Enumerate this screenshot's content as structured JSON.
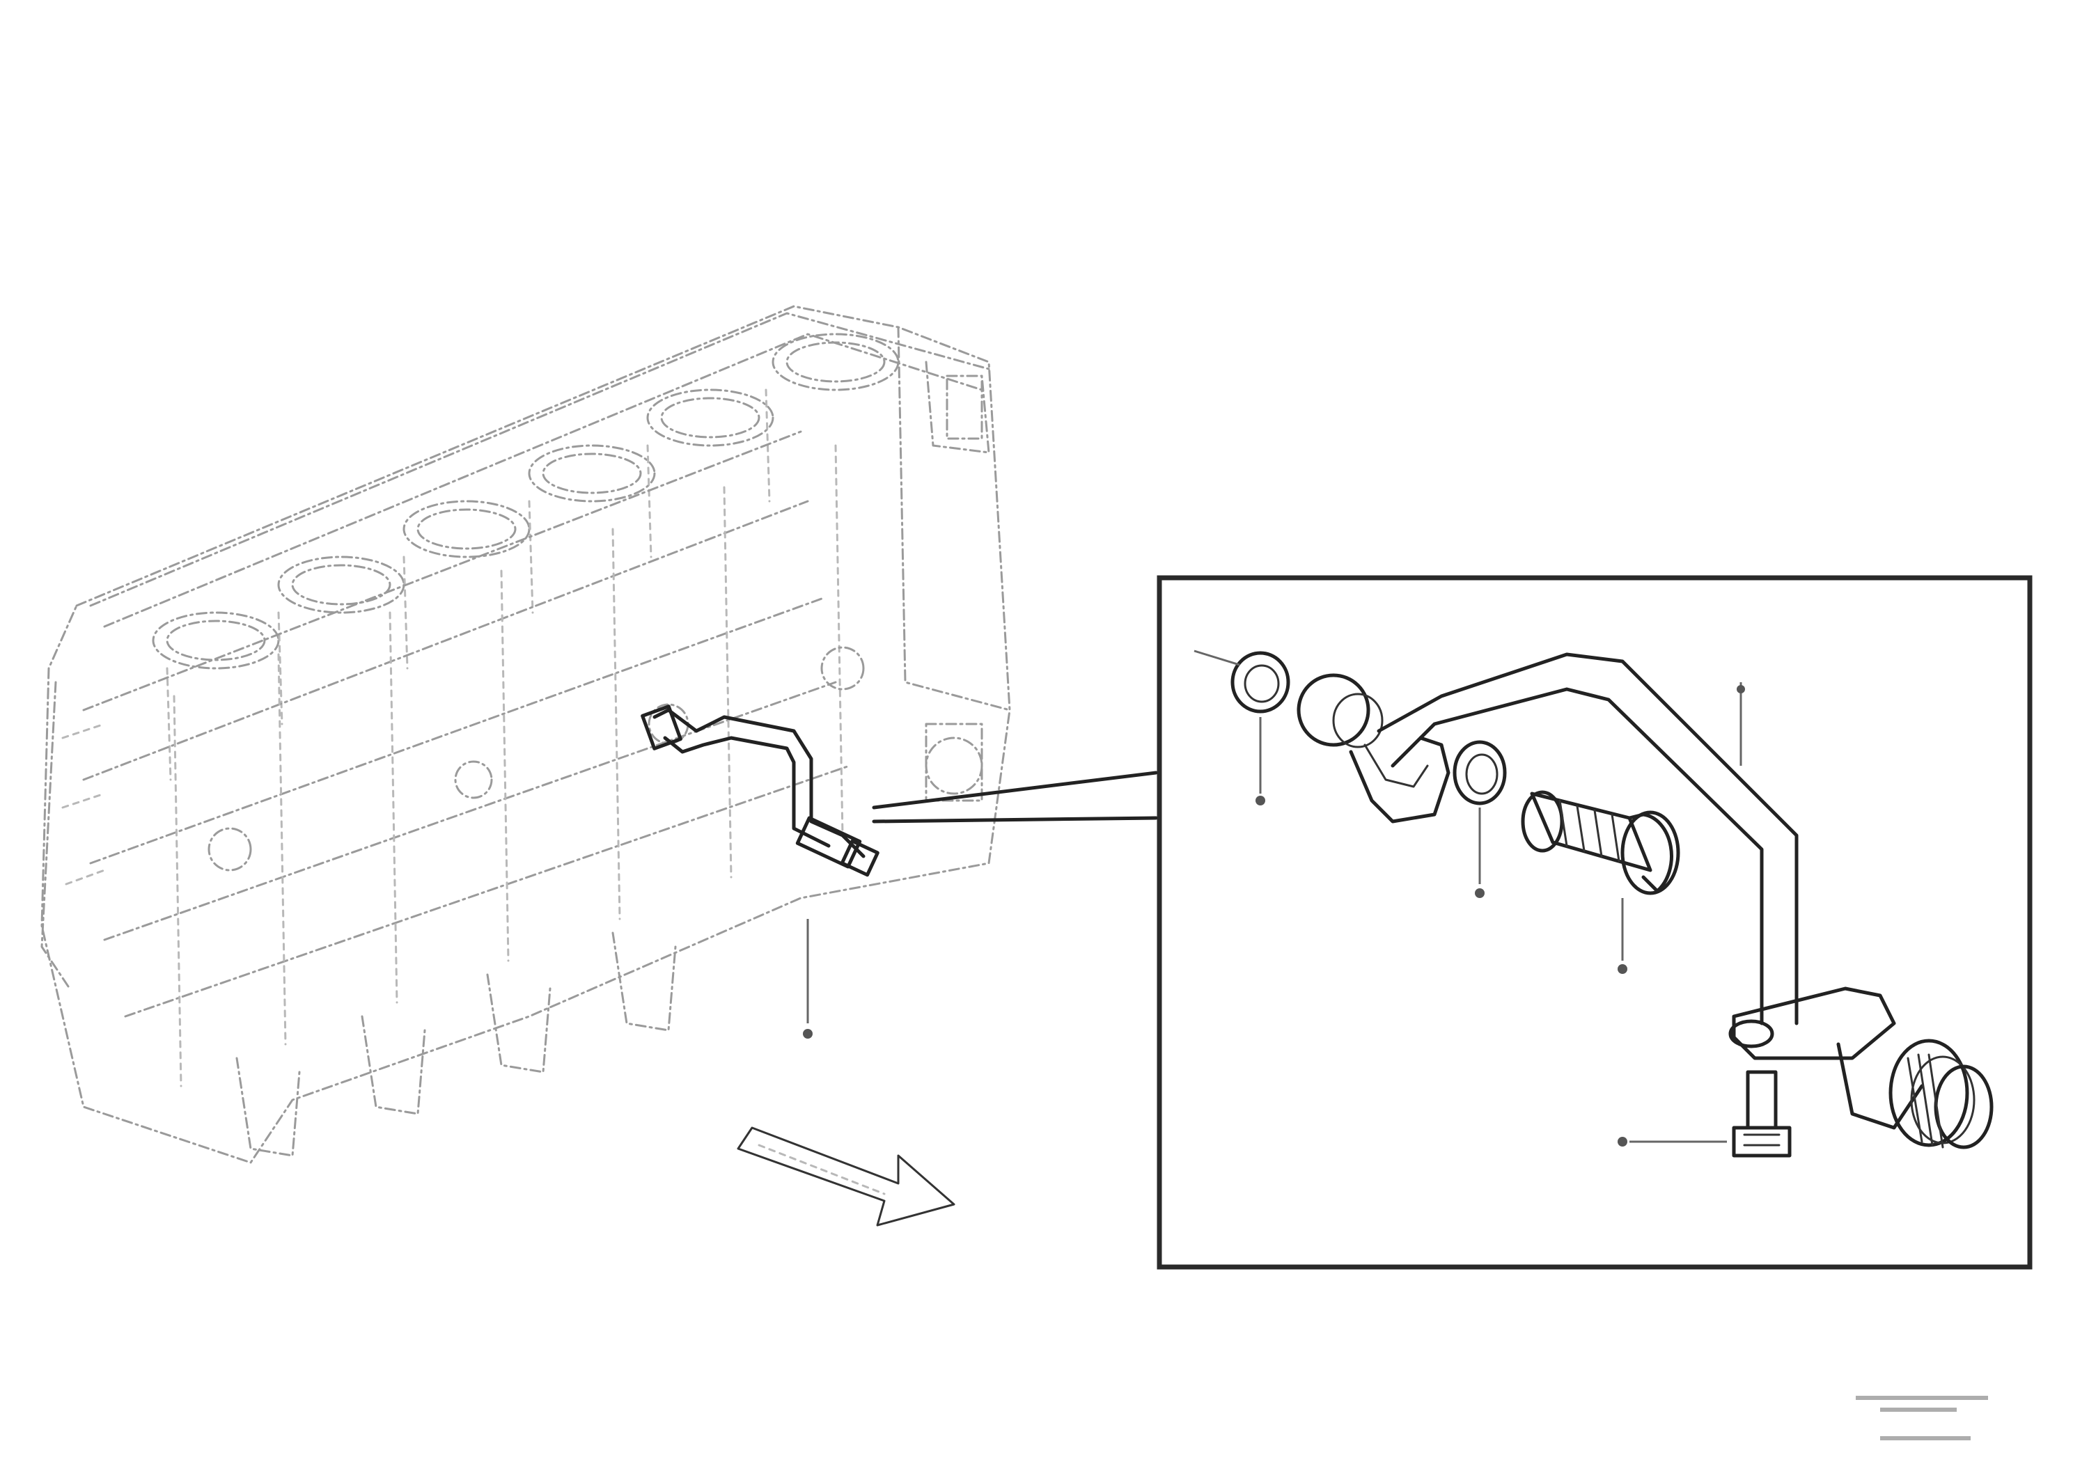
{
  "drawing": {
    "colors": {
      "block_lines": "#9a9a9a",
      "part_lines": "#222222",
      "frame": "#2a2a2a",
      "background": "#ffffff"
    },
    "detail_view": {
      "callouts": [
        {
          "id": "seal-ring-top"
        },
        {
          "id": "seal-ring-upper"
        },
        {
          "id": "seal-ring-lower"
        },
        {
          "id": "filter-cartridge"
        },
        {
          "id": "oil-pipe"
        },
        {
          "id": "fastening-bolt"
        }
      ]
    },
    "overview": {
      "callouts": [
        {
          "id": "pipe-assembly-location"
        }
      ],
      "direction_arrow_icon": "direction-arrow-icon"
    }
  }
}
